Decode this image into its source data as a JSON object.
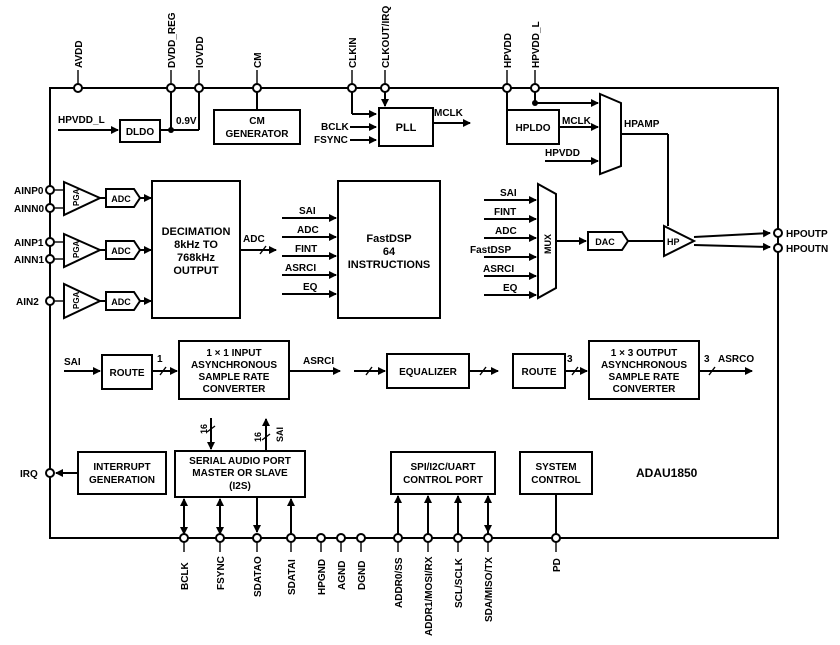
{
  "chip": {
    "name": "ADAU1850"
  },
  "top_pins": {
    "avdd": "AVDD",
    "dvdd_reg": "DVDD_REG",
    "iovdd": "IOVDD",
    "cm": "CM",
    "clkin": "CLKIN",
    "clkout_irq": "CLKOUT/IRQ",
    "hpvdd": "HPVDD",
    "hpvdd_l": "HPVDD_L"
  },
  "left_pins": {
    "ainp0": "AINP0",
    "ainn0": "AINN0",
    "ainp1": "AINP1",
    "ainn1": "AINN1",
    "ain2": "AIN2",
    "irq": "IRQ"
  },
  "right_pins": {
    "hpoutp": "HPOUTP",
    "hpoutn": "HPOUTN"
  },
  "bottom_pins": {
    "bclk": "BCLK",
    "fsync": "FSYNC",
    "sdatao": "SDATAO",
    "sdatai": "SDATAI",
    "hpgnd": "HPGND",
    "agnd": "AGND",
    "dgnd": "DGND",
    "addr0_ss": "ADDR0/SS",
    "addr1_mosi_rx": "ADDR1/MOSI/RX",
    "scl_sclk": "SCL/SCLK",
    "sda_miso_tx": "SDA/MISO/TX",
    "pd": "PD"
  },
  "power": {
    "dldo": "DLDO",
    "hpvdd_l_in": "HPVDD_L",
    "v09": "0.9V",
    "cm_gen_1": "CM",
    "cm_gen_2": "GENERATOR",
    "pll": "PLL",
    "bclk": "BCLK",
    "fsync": "FSYNC",
    "mclk": "MCLK",
    "hpldo": "HPLDO",
    "hpldo_mclk": "MCLK",
    "hpvdd_in": "HPVDD",
    "hpamp": "HPAMP"
  },
  "adc_path": {
    "pga": "PGA",
    "adc": "ADC",
    "decimation": [
      "DECIMATION",
      "8kHz TO",
      "768kHz",
      "OUTPUT"
    ],
    "adc_out": "ADC"
  },
  "fastdsp": {
    "title": [
      "FastDSP",
      "64",
      "INSTRUCTIONS"
    ],
    "inputs": [
      "SAI",
      "ADC",
      "FINT",
      "ASRCI",
      "EQ"
    ]
  },
  "mux": {
    "label": "MUX",
    "inputs": [
      "SAI",
      "FINT",
      "ADC",
      "FastDSP",
      "ASRCI",
      "EQ"
    ],
    "dac": "DAC",
    "hp": "HP"
  },
  "asrc_row": {
    "sai_in": "SAI",
    "route1": "ROUTE",
    "width1": "1",
    "asrc_in": [
      "1 × 1 INPUT",
      "ASYNCHRONOUS",
      "SAMPLE RATE",
      "CONVERTER"
    ],
    "asrci": "ASRCI",
    "equalizer": "EQUALIZER",
    "route2": "ROUTE",
    "width3a": "3",
    "asrc_out": [
      "1 × 3 OUTPUT",
      "ASYNCHRONOUS",
      "SAMPLE RATE",
      "CONVERTER"
    ],
    "width3b": "3",
    "asrco": "ASRCO"
  },
  "bottom_blocks": {
    "interrupt": [
      "INTERRUPT",
      "GENERATION"
    ],
    "sap": [
      "SERIAL AUDIO PORT",
      "MASTER OR SLAVE",
      "(I2S)"
    ],
    "sap_16a": "16",
    "sap_16b": "16",
    "sap_sai": "SAI",
    "spi": [
      "SPI/I2C/UART",
      "CONTROL PORT"
    ],
    "sysctl": [
      "SYSTEM",
      "CONTROL"
    ]
  }
}
